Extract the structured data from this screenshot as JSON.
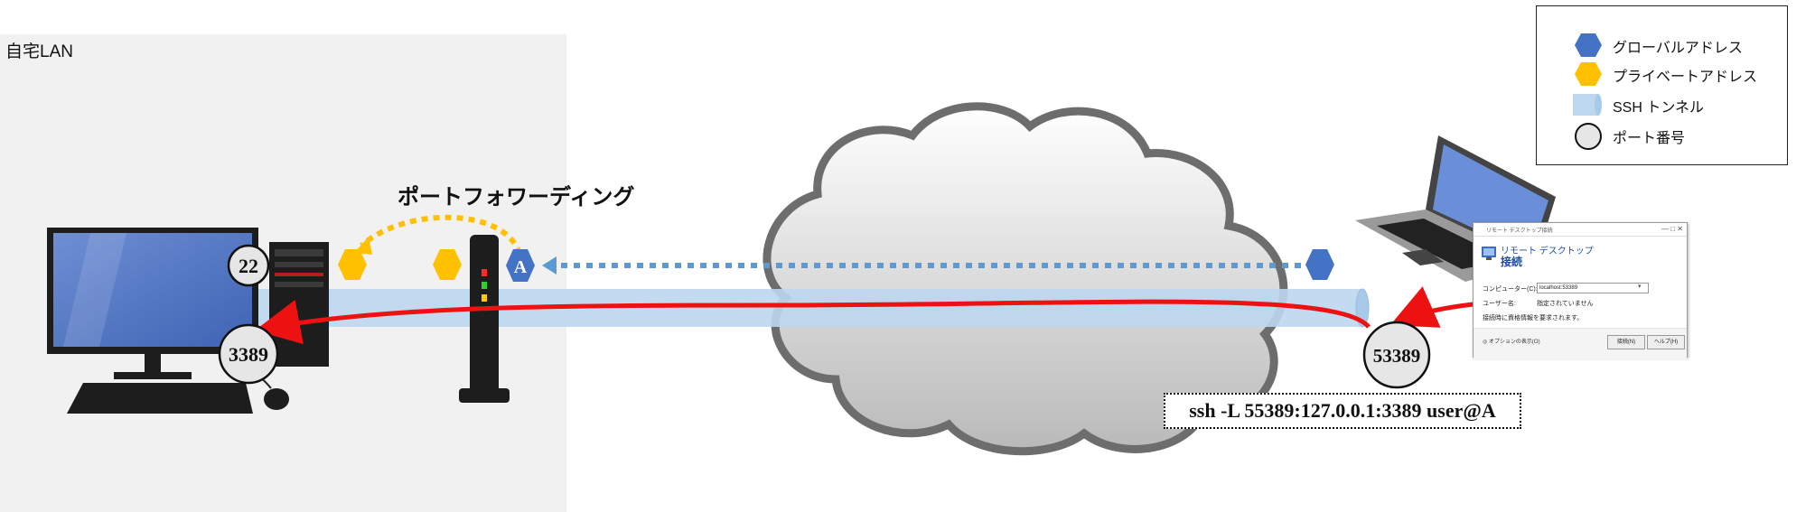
{
  "lan": {
    "label": "自宅LAN"
  },
  "port_forwarding": {
    "label": "ポートフォワーディング"
  },
  "ports": {
    "ssh_port": "22",
    "rdp_port": "3389",
    "client_port": "53389"
  },
  "router_marker": "A",
  "command": "ssh -L 55389:127.0.0.1:3389 user@A",
  "legend": {
    "items": [
      {
        "label": "グローバルアドレス",
        "icon": "blue-hexagon-icon",
        "color": "#4472c4"
      },
      {
        "label": "プライベートアドレス",
        "icon": "yellow-hexagon-icon",
        "color": "#ffc000"
      },
      {
        "label": "SSH トンネル",
        "icon": "tunnel-cylinder-icon",
        "color": "#bdd7ee"
      },
      {
        "label": "ポート番号",
        "icon": "port-circle-icon",
        "color": "#e7e6e6"
      }
    ]
  },
  "rdp_dialog": {
    "title": "リモート デスクトップ接続",
    "heading_line1": "リモート デスクトップ",
    "heading_line2": "接続",
    "computer_label": "コンピューター(C):",
    "computer_value": "localhost:53389",
    "user_label": "ユーザー名:",
    "user_value": "指定されていません",
    "note": "接続時に資格情報を要求されます。",
    "options_label": "オプションの表示(O)",
    "connect_button": "接続(N)",
    "help_button": "ヘルプ(H)"
  },
  "colors": {
    "global": "#4472c4",
    "private": "#ffc000",
    "tunnel": "#bdd7ee",
    "arrow_red": "#ee1111",
    "dotted_blue": "#5b9bd5",
    "port_circle": "#e7e6e6"
  }
}
